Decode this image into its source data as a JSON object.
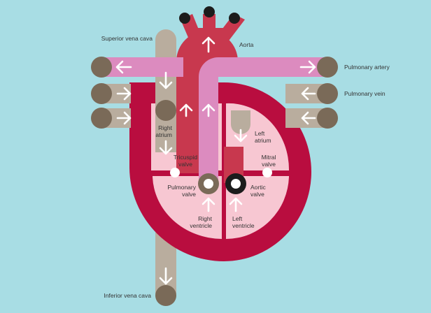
{
  "labels": {
    "superior_vena_cava": "Superior vena cava",
    "aorta": "Aorta",
    "pulmonary_artery": "Pulmonary artery",
    "pulmonary_vein": "Pulmonary vein",
    "right_atrium_1": "Right",
    "right_atrium_2": "atrium",
    "left_atrium_1": "Left",
    "left_atrium_2": "atrium",
    "tricuspid_1": "Tricuspid",
    "tricuspid_2": "valve",
    "mitral_1": "Mitral",
    "mitral_2": "valve",
    "pulmonary_valve_1": "Pulmonary",
    "pulmonary_valve_2": "valve",
    "aortic_valve_1": "Aortic",
    "aortic_valve_2": "valve",
    "right_ventricle_1": "Right",
    "right_ventricle_2": "ventricle",
    "left_ventricle_1": "Left",
    "left_ventricle_2": "ventricle",
    "inferior_vena_cava": "Inferior vena cava"
  },
  "colors": {
    "background": "#a8dde4",
    "vein_tan": "#b9ad9e",
    "vessel_cap": "#7a6a58",
    "pulmonary_pink": "#dc8bbf",
    "aorta_red": "#c8384e",
    "heart_wall": "#b90d3f",
    "chamber_pink": "#f7c7d2",
    "valve_dark": "#1c1c1c"
  }
}
